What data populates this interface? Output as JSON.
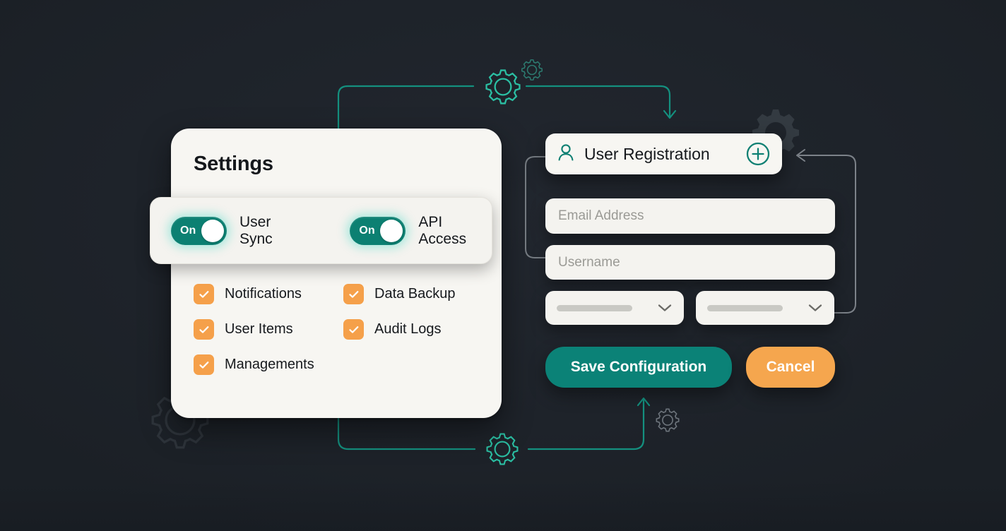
{
  "theme": {
    "background": "#1e232a",
    "card_bg": "#f7f6f2",
    "teal": "#0b8277",
    "teal_line": "#13907f",
    "orange": "#f5a04a",
    "gray_line": "#8d939a",
    "text_dark": "#15181c",
    "placeholder": "#9a9a95"
  },
  "settings_card": {
    "title": "Settings",
    "toggles": [
      {
        "state_label": "On",
        "label": "User Sync",
        "checked": true
      },
      {
        "state_label": "On",
        "label": "API Access",
        "checked": true
      }
    ],
    "checkboxes": [
      {
        "label": "Notifications",
        "checked": true
      },
      {
        "label": "Data Backup",
        "checked": true
      },
      {
        "label": "User Items",
        "checked": true
      },
      {
        "label": "Audit Logs",
        "checked": true
      },
      {
        "label": "Managements",
        "checked": true
      }
    ]
  },
  "registration_panel": {
    "header": {
      "icon": "user-icon",
      "title": "User Registration",
      "add_icon": "plus-circle-icon"
    },
    "fields": [
      {
        "name": "email",
        "value": "",
        "placeholder": "Email Address"
      },
      {
        "name": "username",
        "value": "",
        "placeholder": "Username"
      }
    ],
    "selects": [
      {
        "name": "select-left",
        "value": "",
        "icon": "chevron-down-icon"
      },
      {
        "name": "select-right",
        "value": "",
        "icon": "chevron-down-icon"
      }
    ],
    "buttons": {
      "save_label": "Save Configuration",
      "cancel_label": "Cancel"
    }
  },
  "decorations": {
    "gears": [
      {
        "name": "gear-top-center-large",
        "style": "teal-outline"
      },
      {
        "name": "gear-top-center-small",
        "style": "teal-outline-dim"
      },
      {
        "name": "gear-bottom-center",
        "style": "teal-outline"
      },
      {
        "name": "gear-top-right-large",
        "style": "dark-solid"
      },
      {
        "name": "gear-bottom-right-small",
        "style": "gray-outline"
      },
      {
        "name": "gear-bottom-left-large",
        "style": "dark-outline"
      }
    ],
    "connectors": [
      {
        "name": "connector-top-teal",
        "style": "teal",
        "arrow": "down"
      },
      {
        "name": "connector-bottom-teal",
        "style": "teal",
        "arrow": "up"
      },
      {
        "name": "connector-right-gray",
        "style": "gray",
        "arrow": "left"
      },
      {
        "name": "connector-left-gray-bracket",
        "style": "gray",
        "arrow": "none"
      }
    ]
  }
}
